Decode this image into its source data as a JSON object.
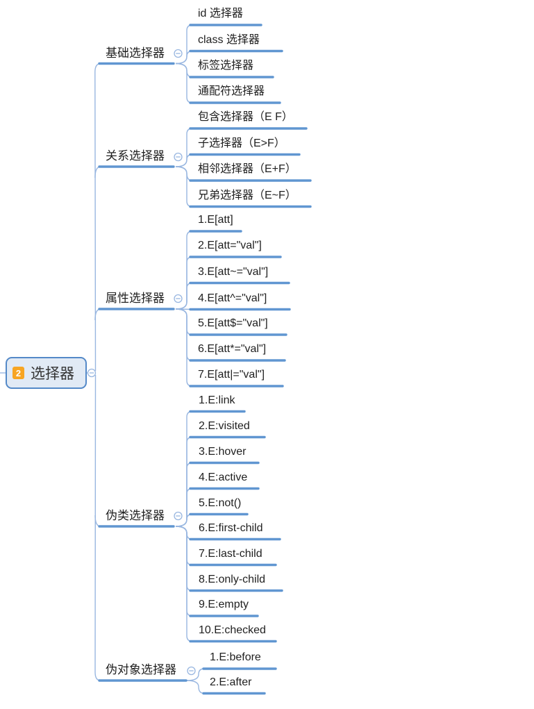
{
  "root": {
    "badge": "2",
    "label": "选择器"
  },
  "branches": [
    {
      "label": "基础选择器",
      "children": [
        "id 选择器",
        "class 选择器",
        "标签选择器",
        "通配符选择器"
      ]
    },
    {
      "label": "关系选择器",
      "children": [
        "包含选择器（E F）",
        "子选择器（E>F）",
        "相邻选择器（E+F）",
        "兄弟选择器（E~F）"
      ]
    },
    {
      "label": "属性选择器",
      "children": [
        "1.E[att]",
        "2.E[att=\"val\"]",
        "3.E[att~=\"val\"]",
        "4.E[att^=\"val\"]",
        "5.E[att$=\"val\"]",
        "6.E[att*=\"val\"]",
        "7.E[att|=\"val\"]"
      ]
    },
    {
      "label": "伪类选择器",
      "children": [
        "1.E:link",
        "2.E:visited",
        "3.E:hover",
        "4.E:active",
        "5.E:not()",
        "6.E:first-child",
        "7.E:last-child",
        "8.E:only-child",
        "9.E:empty",
        "10.E:checked"
      ]
    },
    {
      "label": "伪对象选择器",
      "children": [
        "1.E:before",
        "2.E:after"
      ]
    }
  ],
  "colors": {
    "branch_line": "#6096d1",
    "connector_line": "#98b6e0",
    "root_border": "#5489c8",
    "root_fill": "#e1eaf5",
    "badge_bg": "#f7a523",
    "text": "#1f1f1f"
  }
}
